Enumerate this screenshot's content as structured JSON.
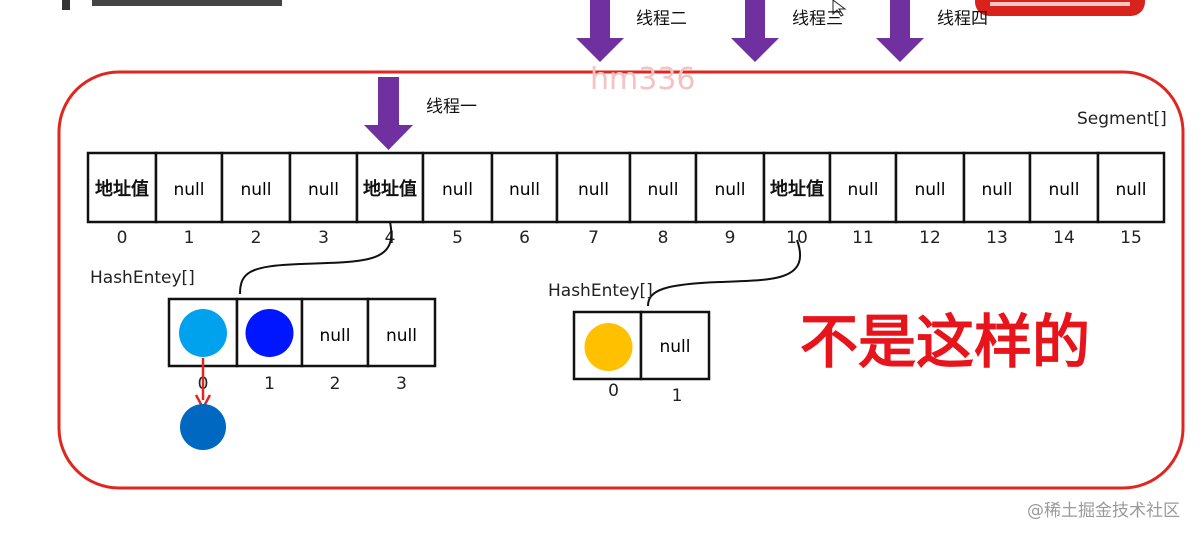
{
  "colors": {
    "border_red": "#e0271f",
    "arrow_purple": "#7030a0",
    "big_text_red": "#e8141b",
    "node_light_blue": "#00a2ee",
    "node_blue": "#0016ff",
    "node_dark_blue": "#0068c0",
    "node_yellow": "#ffc000",
    "link_red": "#e0271f"
  },
  "threads": {
    "t1": "线程一",
    "t2": "线程二",
    "t3": "线程三",
    "t4": "线程四"
  },
  "watermark": "hm336",
  "segment": {
    "label": "Segment[]",
    "cells": [
      "地址值",
      "null",
      "null",
      "null",
      "地址值",
      "null",
      "null",
      "null",
      "null",
      "null",
      "地址值",
      "null",
      "null",
      "null",
      "null",
      "null"
    ],
    "indices": [
      "0",
      "1",
      "2",
      "3",
      "4",
      "5",
      "6",
      "7",
      "8",
      "9",
      "10",
      "11",
      "12",
      "13",
      "14",
      "15"
    ]
  },
  "hash_left": {
    "label": "HashEntey[]",
    "cells": [
      "",
      "",
      "null",
      "null"
    ],
    "cell_icons": [
      "light-blue-node-icon",
      "blue-node-icon",
      "",
      ""
    ],
    "indices": [
      "0",
      "1",
      "2",
      "3"
    ]
  },
  "hash_right": {
    "label": "HashEntey[]",
    "cells": [
      "",
      "null"
    ],
    "cell_icons": [
      "yellow-node-icon",
      ""
    ],
    "indices": [
      "0",
      "1"
    ]
  },
  "callout": "不是这样的",
  "footer": "@稀土掘金技术社区"
}
